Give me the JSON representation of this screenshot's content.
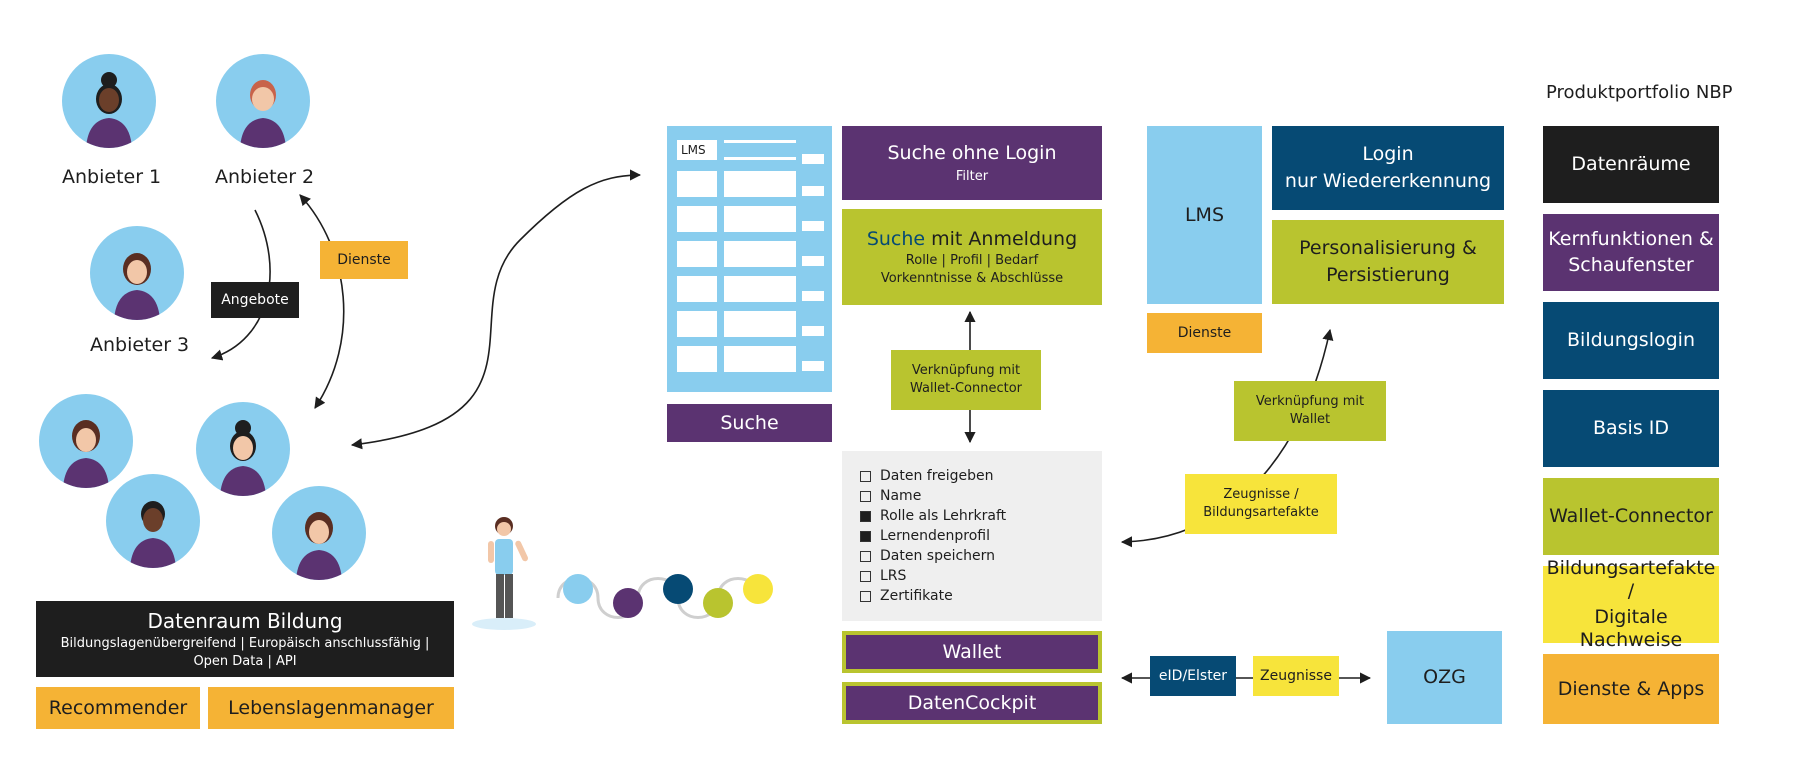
{
  "providers": {
    "anbieter1": "Anbieter 1",
    "anbieter2": "Anbieter 2",
    "anbieter3": "Anbieter 3"
  },
  "tags": {
    "angebote": "Angebote",
    "dienste_left": "Dienste"
  },
  "datenraum": {
    "title": "Datenraum Bildung",
    "line1": "Bildungslagenübergreifend | Europäisch anschlussfähig |",
    "line2": "Open Data | API"
  },
  "recommender": "Recommender",
  "lebenslagen": "Lebenslagenmanager",
  "lms_panel": {
    "label": "LMS"
  },
  "suche": "Suche",
  "suche_ohne": {
    "title": "Suche ohne Login",
    "sub": "Filter"
  },
  "suche_mit": {
    "title_accent": "Suche",
    "title_rest": " mit Anmeldung",
    "line1": "Rolle | Profil | Bedarf",
    "line2": "Vorkenntnisse & Abschlüsse"
  },
  "verkn_connector": {
    "line1": "Verknüpfung mit",
    "line2": "Wallet-Connector"
  },
  "checklist": [
    {
      "label": "Daten freigeben",
      "checked": false
    },
    {
      "label": "Name",
      "checked": false
    },
    {
      "label": "Rolle als Lehrkraft",
      "checked": true
    },
    {
      "label": "Lernendenprofil",
      "checked": true
    },
    {
      "label": "Daten speichern",
      "checked": false
    },
    {
      "label": "LRS",
      "checked": false
    },
    {
      "label": "Zertifikate",
      "checked": false
    }
  ],
  "wallet": "Wallet",
  "datencockpit": "DatenCockpit",
  "lms_box": "LMS",
  "dienste_right": "Dienste",
  "login": {
    "line1": "Login",
    "line2": "nur Wiedererkennung"
  },
  "personalisierung": {
    "line1": "Personalisierung &",
    "line2": "Persistierung"
  },
  "verkn_wallet": {
    "line1": "Verknüpfung mit",
    "line2": "Wallet"
  },
  "zeugnisse_art": {
    "line1": "Zeugnisse /",
    "line2": "Bildungsartefakte"
  },
  "eid": "eID/Elster",
  "zeugnisse": "Zeugnisse",
  "ozg": "OZG",
  "portfolio": {
    "title": "Produktportfolio NBP",
    "items": [
      {
        "l1": "Datenräume",
        "l2": ""
      },
      {
        "l1": "Kernfunktionen &",
        "l2": "Schaufenster"
      },
      {
        "l1": "Bildungslogin",
        "l2": ""
      },
      {
        "l1": "Basis ID",
        "l2": ""
      },
      {
        "l1": "Wallet-Connector",
        "l2": ""
      },
      {
        "l1": "Bildungsartefakte /",
        "l2": "Digitale Nachweise"
      },
      {
        "l1": "Dienste & Apps",
        "l2": ""
      }
    ]
  },
  "colors": {
    "purple": "#5b3371",
    "navy": "#064a74",
    "black": "#1e1e1e",
    "lime": "#b9c42f",
    "orange": "#f5b335",
    "yellow": "#f7e43b",
    "sky": "#89cdee"
  }
}
